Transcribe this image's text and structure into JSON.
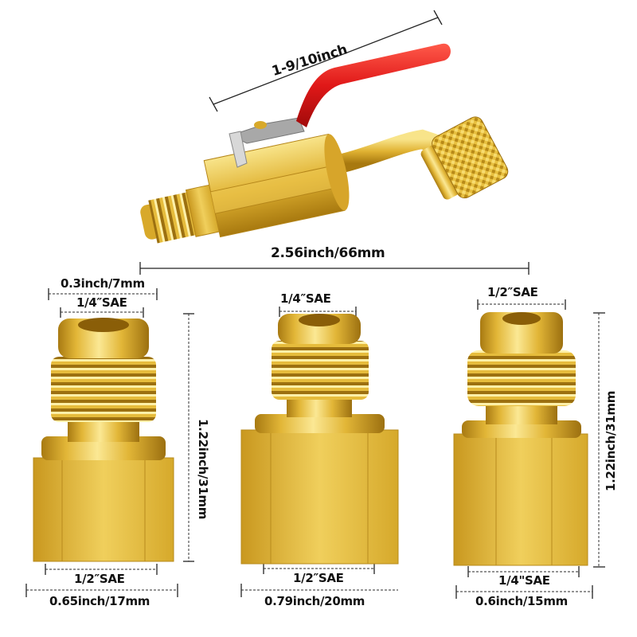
{
  "product": {
    "description": "Brass refrigerant AC adapter fittings with ball valve",
    "colors": {
      "brass_light": "#f6dc7a",
      "brass_mid": "#e2b637",
      "brass_dark": "#a87a12",
      "handle_red": "#e01818",
      "lever_silver": "#c8c8c8",
      "dimension_line": "#222222"
    }
  },
  "valve": {
    "name": "ball-valve-45-degree",
    "dimensions": {
      "handle_length": "1-9/10inch",
      "overall_length": "2.56inch/66mm"
    }
  },
  "adapters": [
    {
      "name": "adapter-left",
      "top_outer": "0.3inch/7mm",
      "top_thread": "1/4″SAE",
      "height": "1.22inch/31mm",
      "bottom_thread": "1/2″SAE",
      "bottom_width": "0.65inch/17mm"
    },
    {
      "name": "adapter-middle",
      "top_thread": "1/4″SAE",
      "bottom_thread": "1/2″SAE",
      "bottom_width": "0.79inch/20mm"
    },
    {
      "name": "adapter-right",
      "top_thread": "1/2″SAE",
      "height": "1.22inch/31mm",
      "bottom_thread": "1/4\"SAE",
      "bottom_width": "0.6inch/15mm"
    }
  ]
}
